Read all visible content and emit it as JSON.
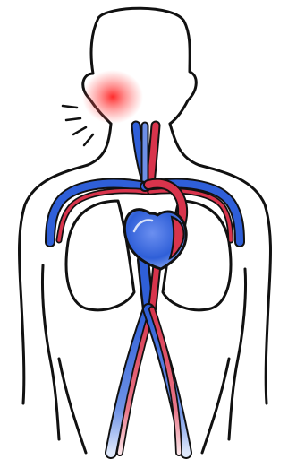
{
  "figure": {
    "subject": "human-circulatory-system",
    "parts": [
      "body-outline",
      "lungs",
      "heart",
      "arteries",
      "veins",
      "neck-pain-highlight"
    ]
  },
  "colors": {
    "outline": "#111111",
    "artery": "#d8344c",
    "vein": "#2f5fd8",
    "vein_light": "#bcd0f5",
    "artery_light": "#f3b8c3",
    "pain_glow": "#ff3030",
    "background": "#ffffff"
  }
}
